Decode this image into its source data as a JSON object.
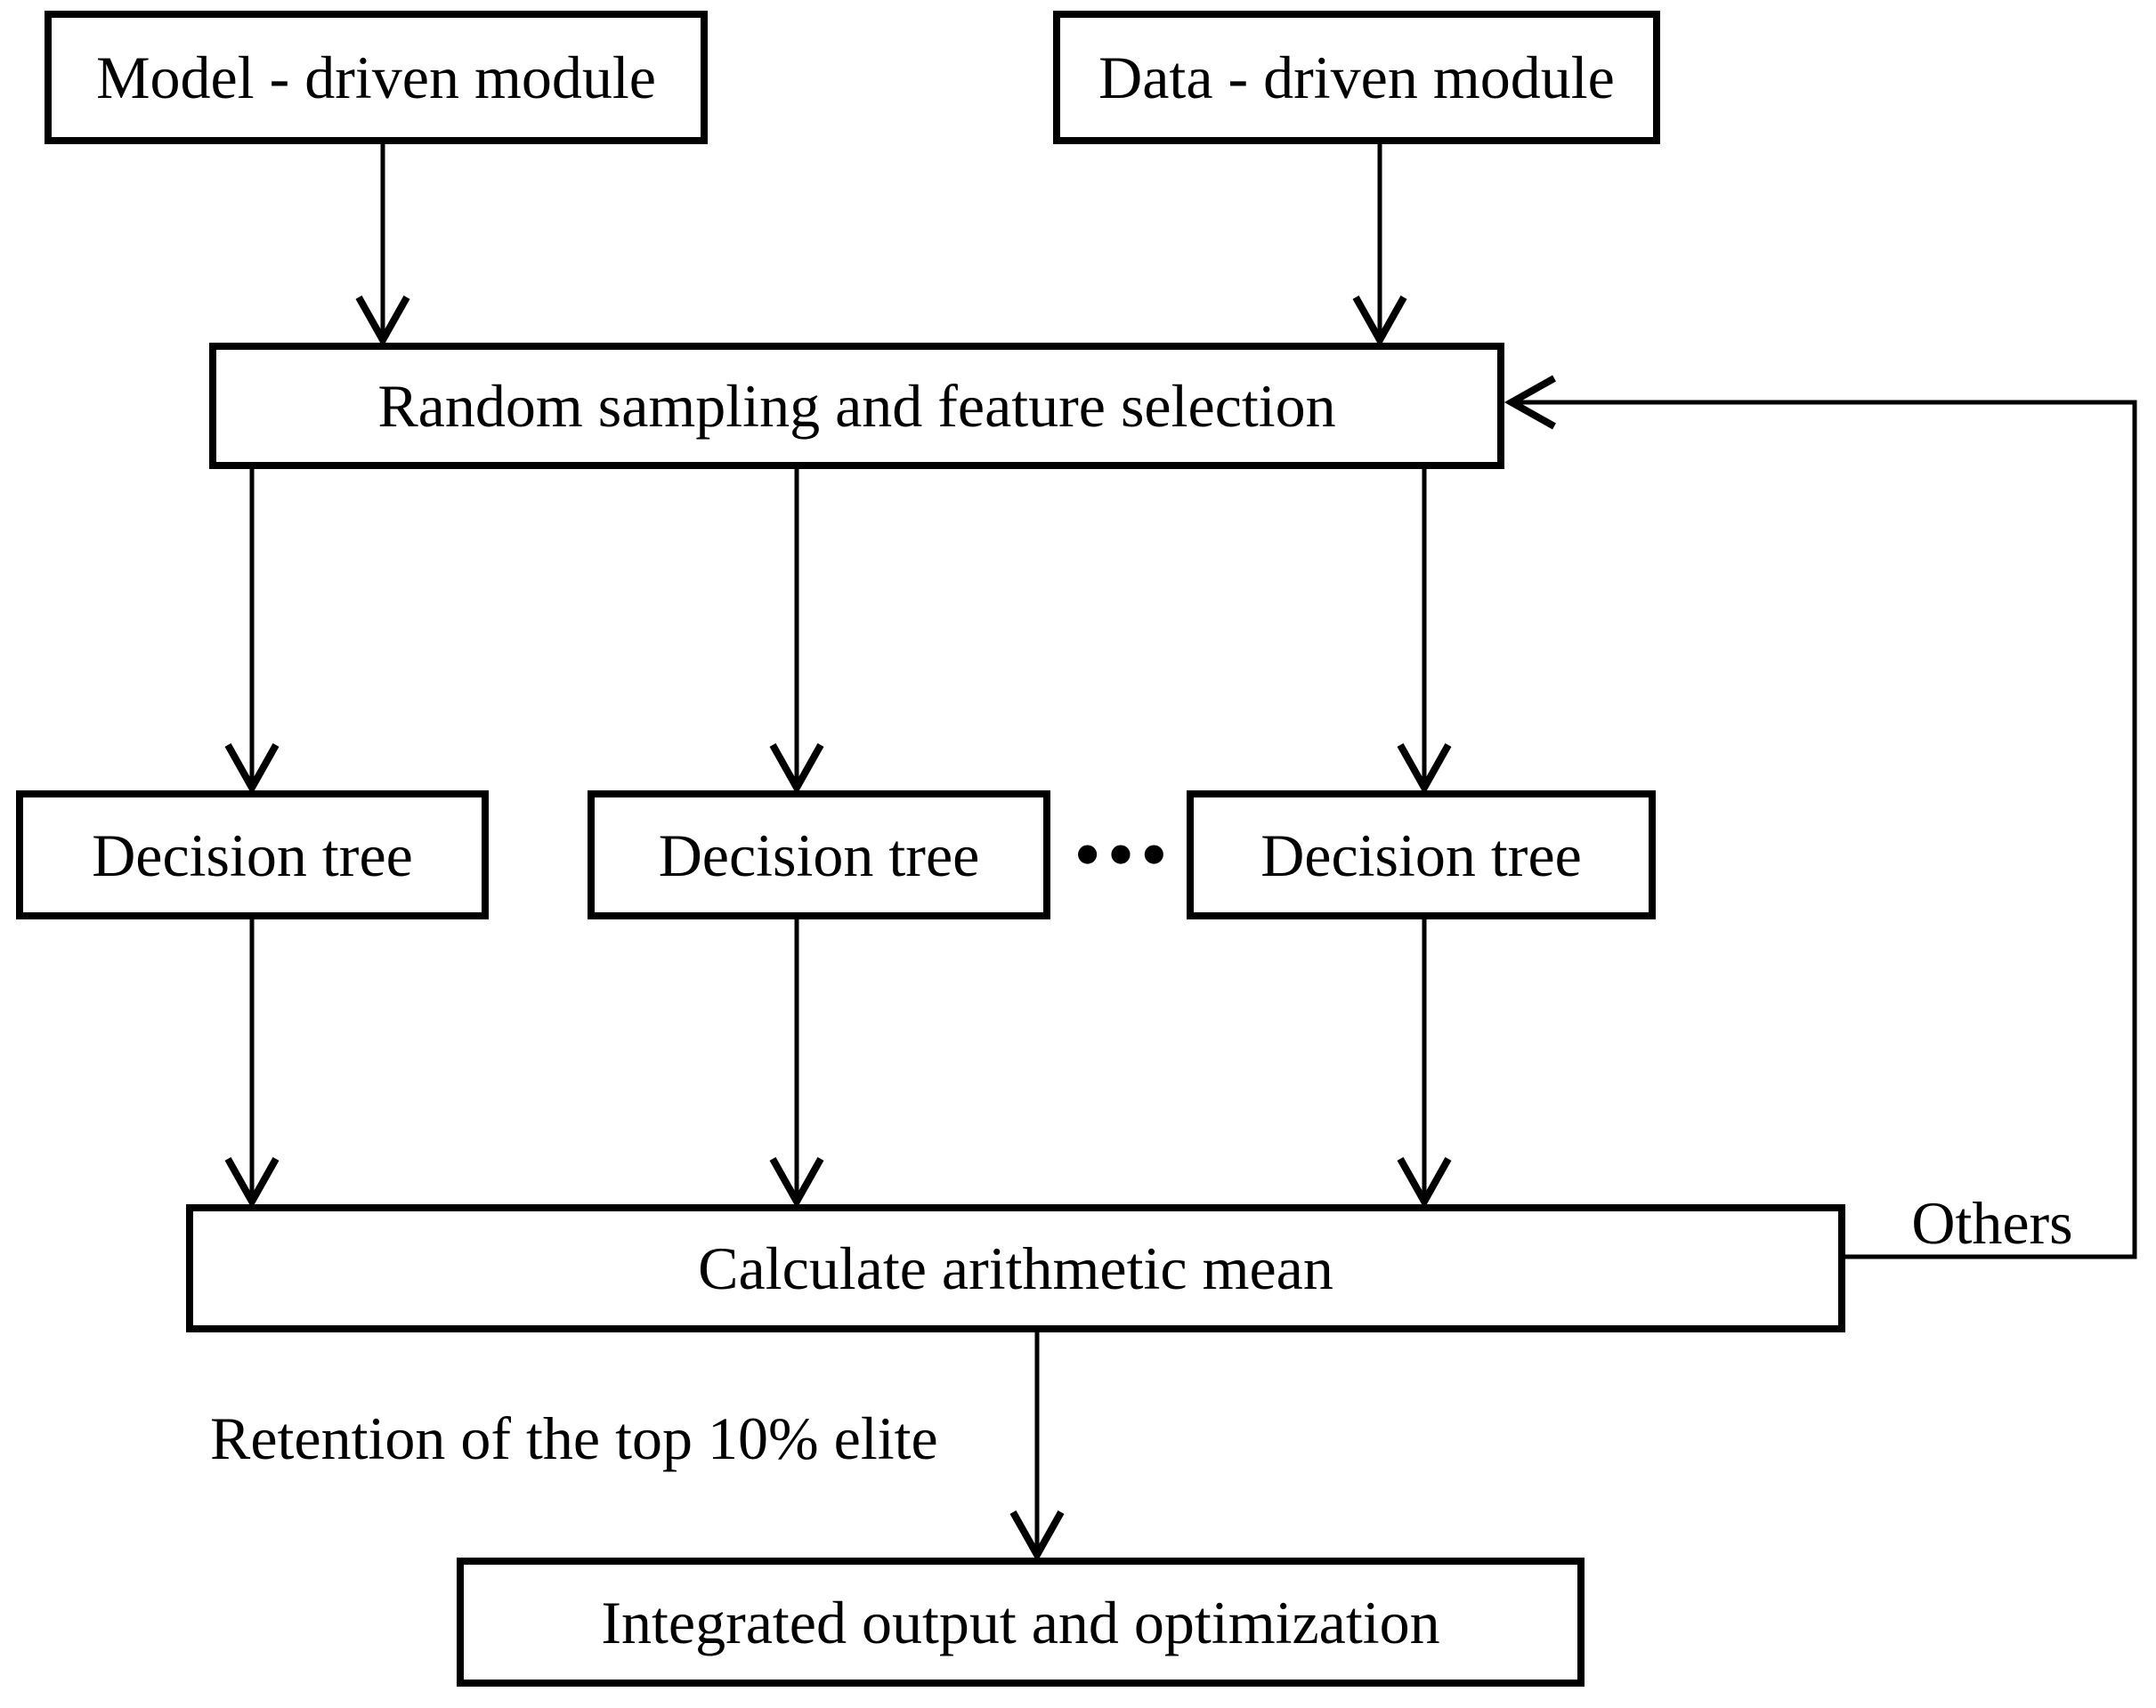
{
  "colors": {
    "line": "#000000",
    "background": "#ffffff",
    "box_fill": "#ffffff"
  },
  "nodes": {
    "model_module": {
      "label": "Model - driven module"
    },
    "data_module": {
      "label": "Data - driven module"
    },
    "random_sampling": {
      "label": "Random sampling and feature selection"
    },
    "decision_tree_1": {
      "label": "Decision tree"
    },
    "decision_tree_2": {
      "label": "Decision tree"
    },
    "decision_tree_3": {
      "label": "Decision tree"
    },
    "calculate_mean": {
      "label": "Calculate arithmetic mean"
    },
    "integrated_output": {
      "label": "Integrated output and optimization"
    }
  },
  "labels": {
    "ellipsis": "···",
    "others": "Others",
    "retention": "Retention of the top 10% elite"
  }
}
